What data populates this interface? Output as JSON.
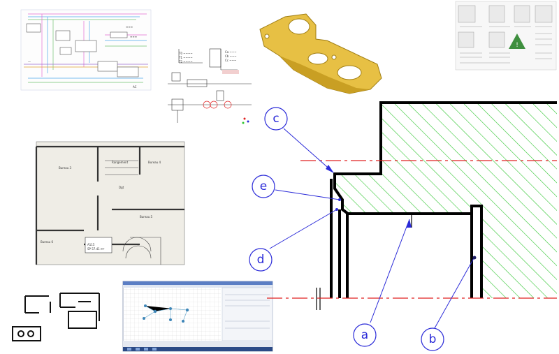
{
  "collage": {
    "items": [
      {
        "name": "electrical-schematic",
        "caption": ""
      },
      {
        "name": "pneumatic-circuit",
        "caption": ""
      },
      {
        "name": "bracket-3d-part",
        "caption": ""
      },
      {
        "name": "instruction-leaflet",
        "caption": ""
      },
      {
        "name": "architectural-floor-plan",
        "caption": ""
      },
      {
        "name": "network-simulator-screenshot",
        "caption": ""
      },
      {
        "name": "handdrawn-sketch",
        "caption": ""
      }
    ]
  },
  "section_drawing": {
    "hatch_color": "#2fc52f",
    "axis_color": "#e02020",
    "callout_color": "#2a2ad8",
    "callouts": [
      {
        "id": "c",
        "label": "c"
      },
      {
        "id": "e",
        "label": "e"
      },
      {
        "id": "d",
        "label": "d"
      },
      {
        "id": "a",
        "label": "a"
      },
      {
        "id": "b",
        "label": "b"
      }
    ]
  }
}
